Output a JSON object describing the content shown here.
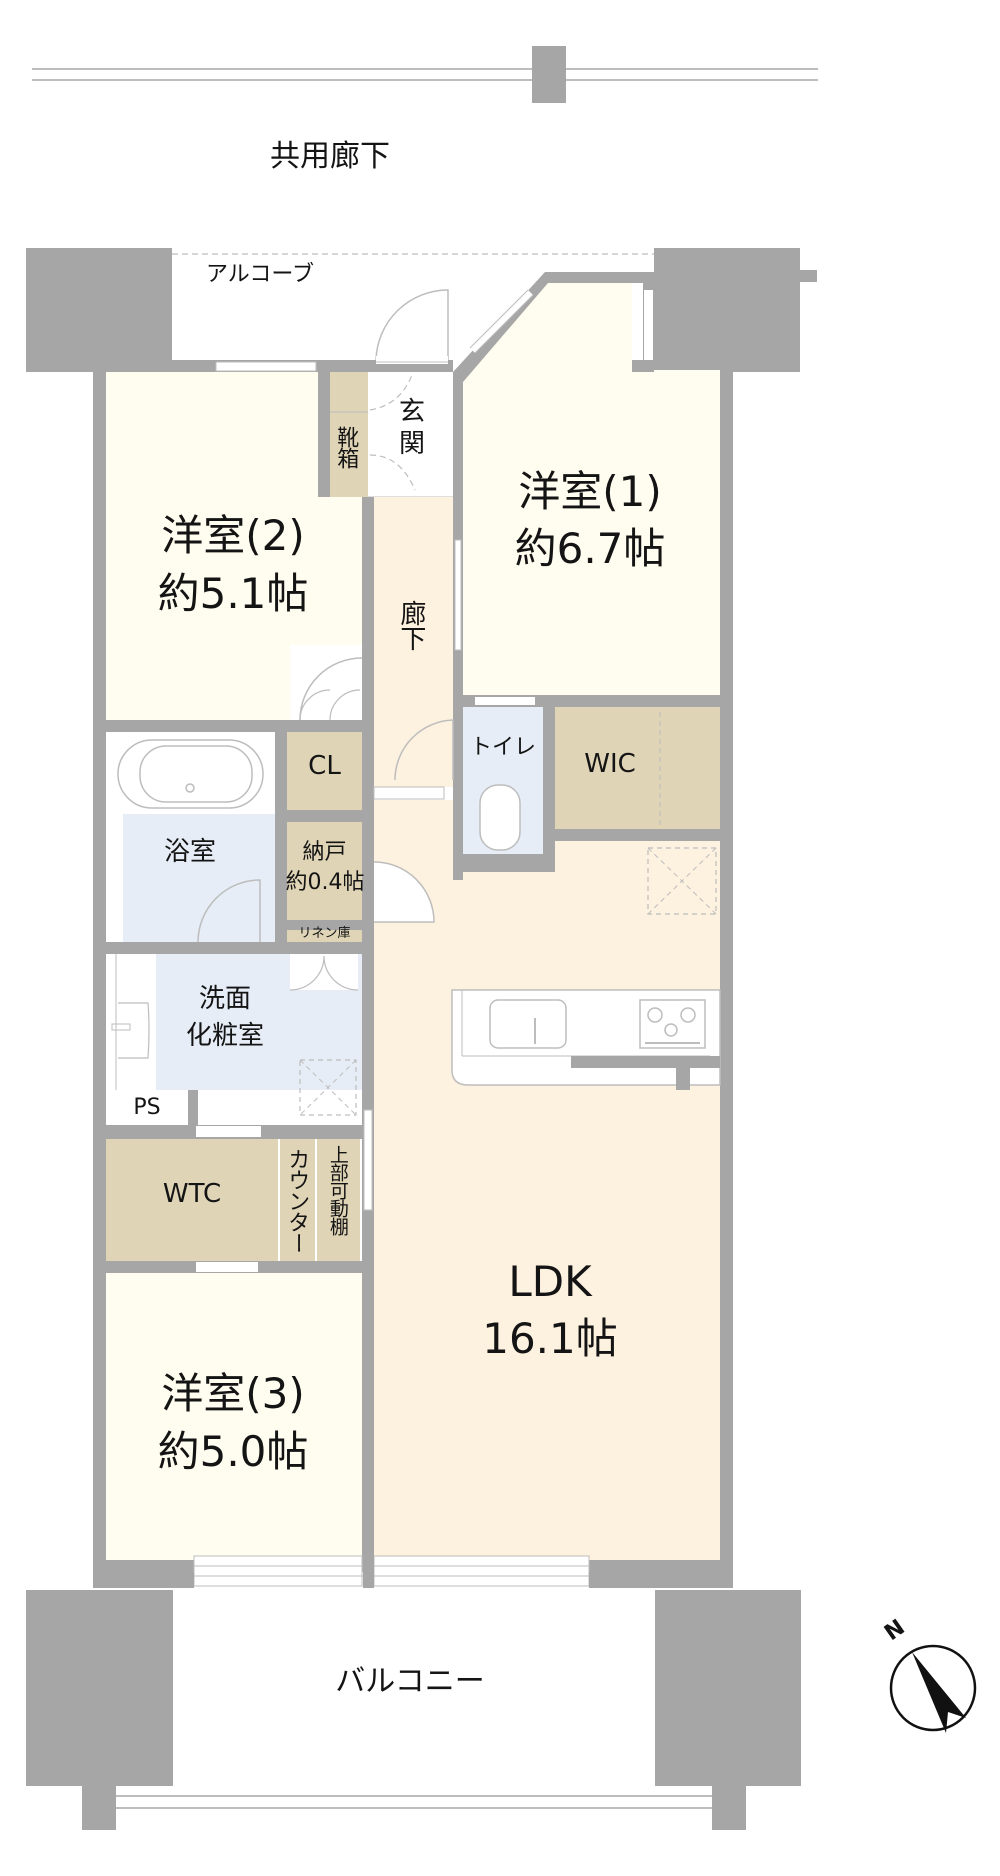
{
  "colors": {
    "wall": "#a6a6a6",
    "bedroom_fill": "#fffdef",
    "ldk_fill": "#fdf1df",
    "wet_fill": "#e6edf6",
    "storage_fill": "#dfd4b6",
    "line": "#bdbdbd"
  },
  "labels": {
    "common_corridor": "共用廊下",
    "alcove": "アルコーブ",
    "entrance_line1": "玄",
    "entrance_line2": "関",
    "shoe_box": "靴箱",
    "hallway": "廊下",
    "room1_name": "洋室(1)",
    "room1_size": "約6.7帖",
    "room2_name": "洋室(2)",
    "room2_size": "約5.1帖",
    "room3_name": "洋室(3)",
    "room3_size": "約5.0帖",
    "closet": "CL",
    "toilet": "トイレ",
    "wic": "WIC",
    "bathroom": "浴室",
    "storage_name": "納戸",
    "storage_size": "約0.4帖",
    "linen": "リネン庫",
    "washroom_line1": "洗面",
    "washroom_line2": "化粧室",
    "ps": "PS",
    "wtc": "WTC",
    "counter": "カウンター",
    "upper_shelf": "上部可動棚",
    "ldk_name": "LDK",
    "ldk_size": "16.1帖",
    "balcony": "バルコニー",
    "compass_north": "N"
  }
}
